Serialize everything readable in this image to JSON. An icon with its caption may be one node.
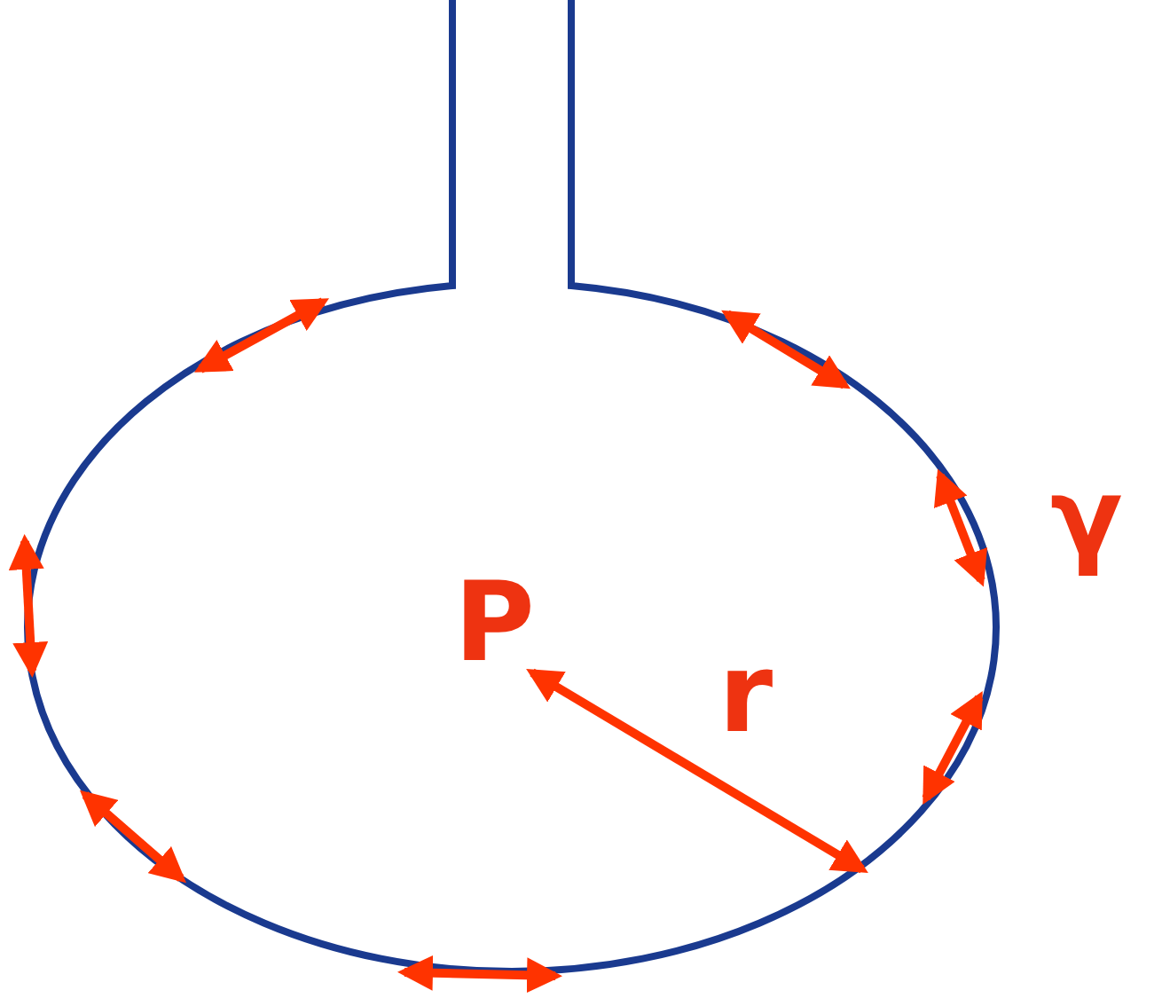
{
  "diagram": {
    "labels": [
      "γ",
      "P",
      "r"
    ]
  }
}
